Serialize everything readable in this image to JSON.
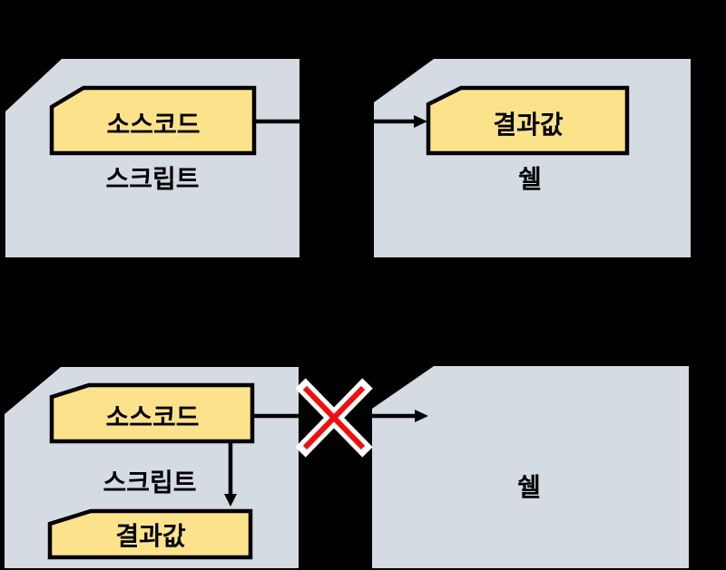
{
  "colors": {
    "background": "#000000",
    "container_fill": "#D5DBE3",
    "box_fill": "#FCE38B",
    "box_border": "#000000",
    "arrow": "#000000",
    "text": "#000000",
    "x_mark_red": "#F10E0E",
    "x_mark_white": "#FFFFFF"
  },
  "diagram": {
    "top": {
      "script_container_label": "스크립트",
      "source_code_box_label": "소스코드",
      "shell_container_label": "쉘",
      "result_box_label": "결과값"
    },
    "bottom": {
      "script_container_label": "스크립트",
      "source_code_box_label": "소스코드",
      "result_box_label": "결과값",
      "shell_container_label": "쉘"
    }
  }
}
